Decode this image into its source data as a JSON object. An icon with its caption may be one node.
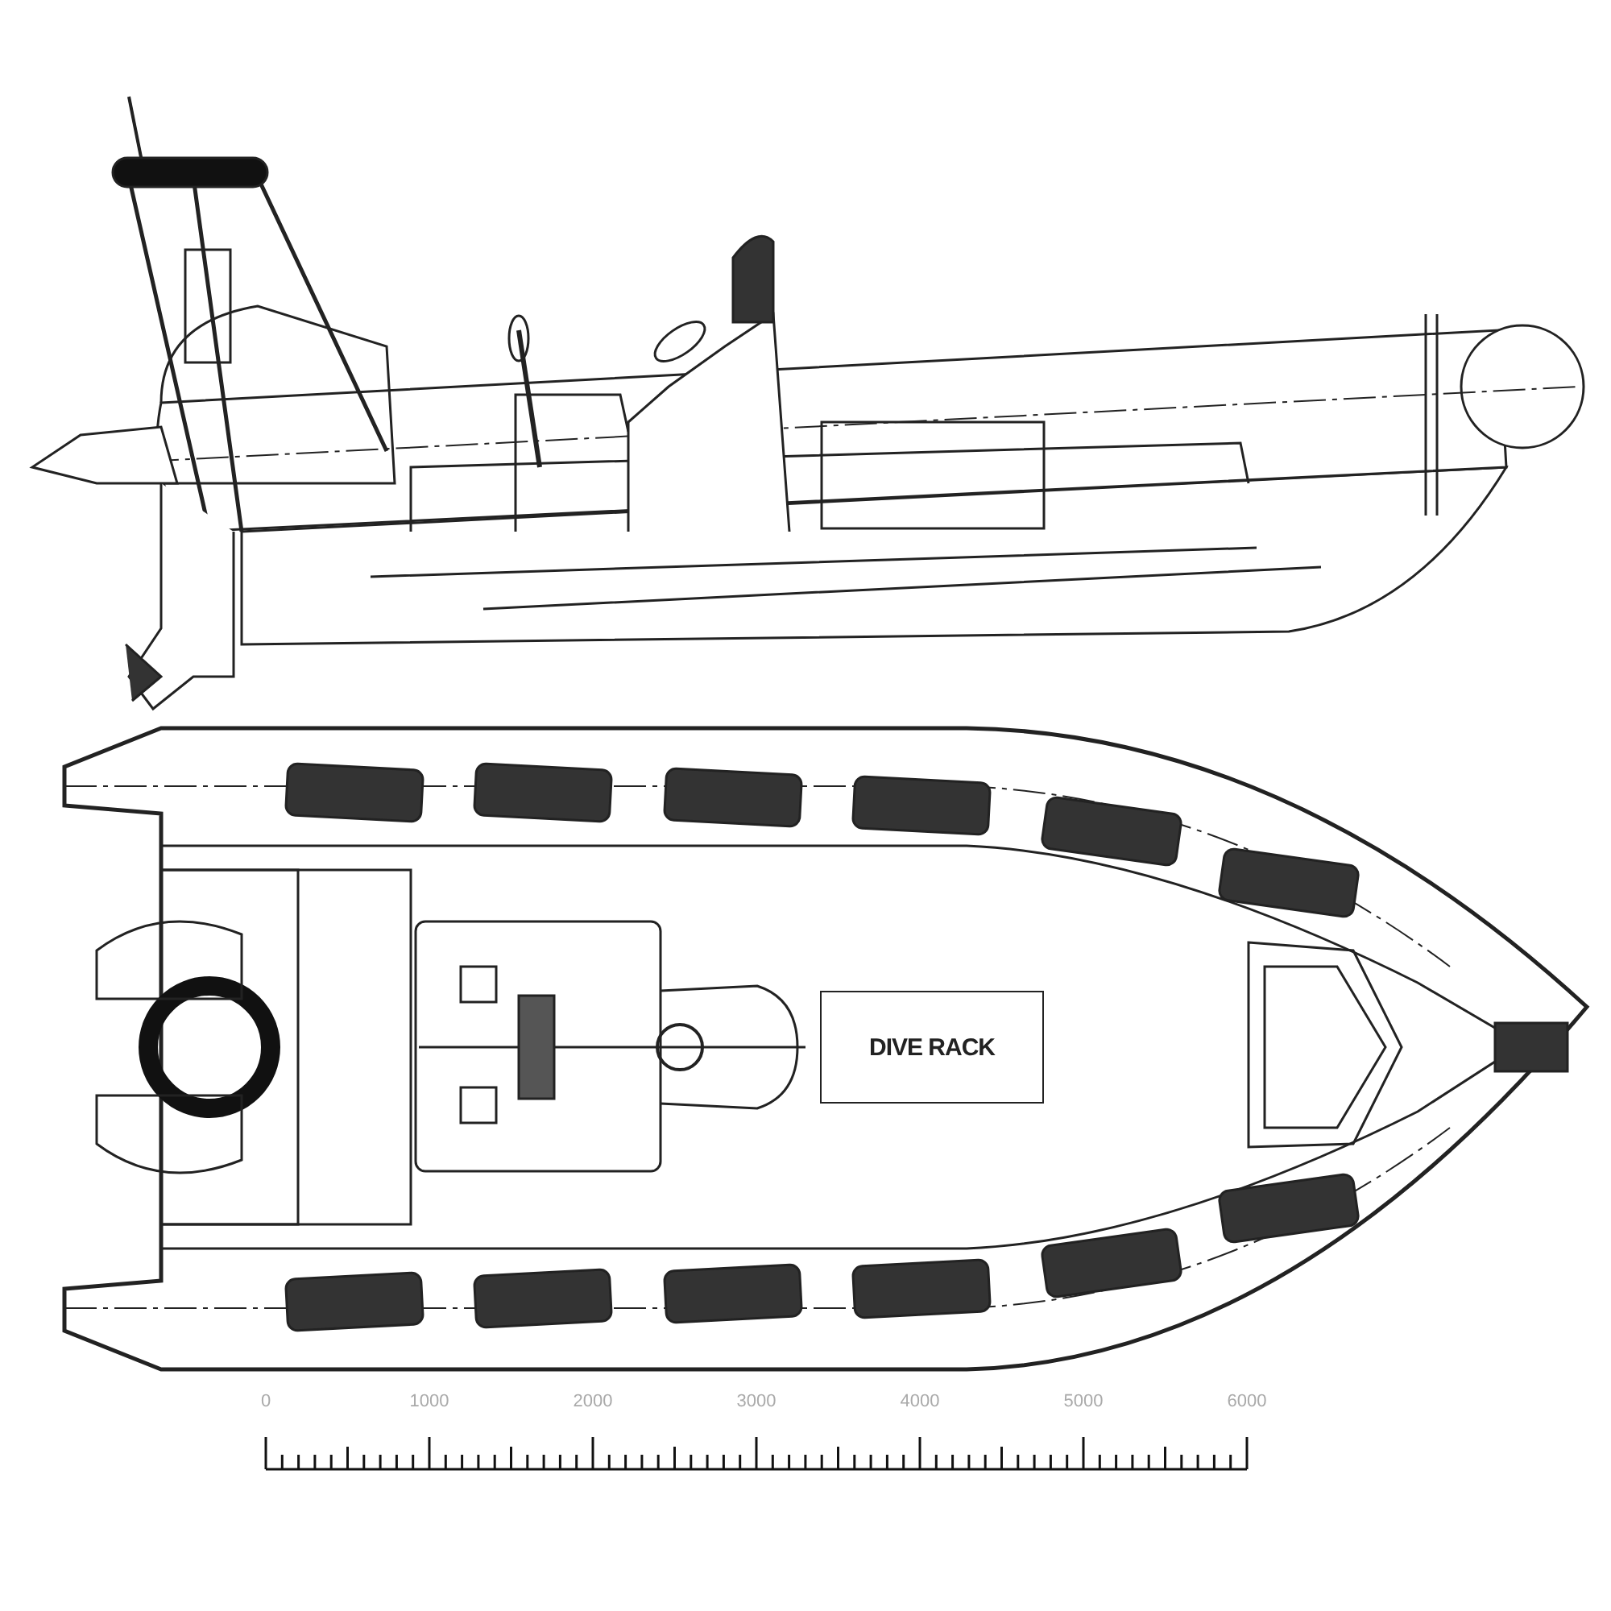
{
  "diagram": {
    "nodes": [
      {
        "text": [
          "DIVE RACK"
        ]
      }
    ],
    "labels": [
      "0",
      "1000",
      "2000",
      "3000",
      "4000",
      "5000",
      "6000"
    ]
  }
}
